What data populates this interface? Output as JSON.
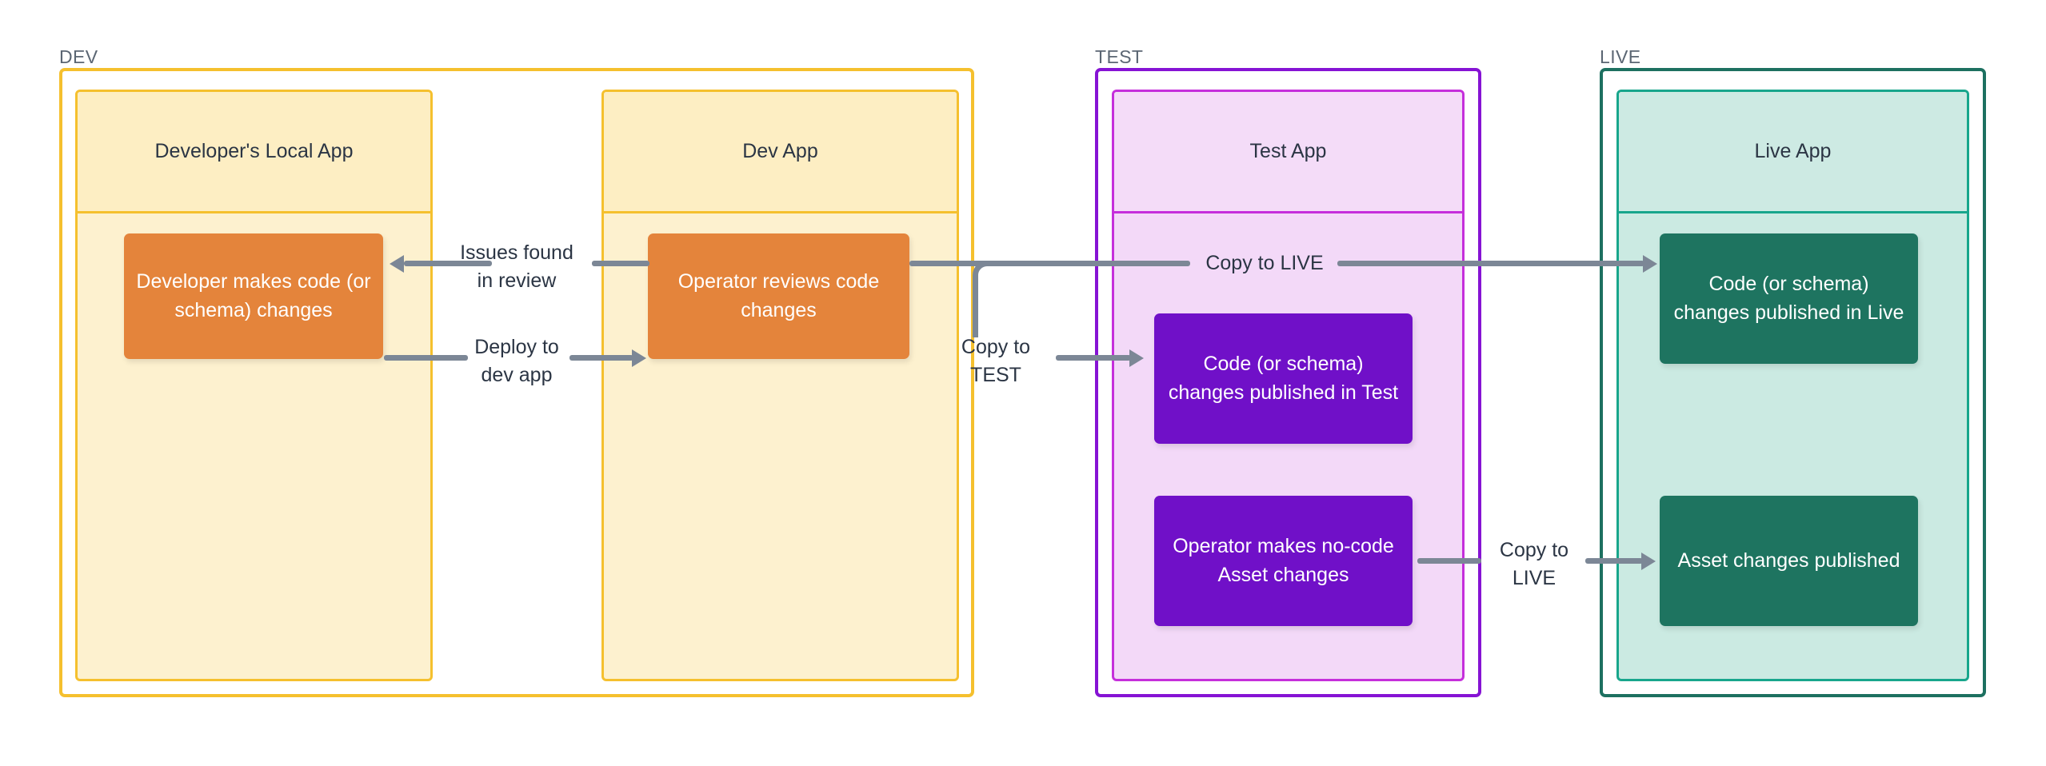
{
  "diagram": {
    "title": "DEV / TEST / LIVE promotion workflow",
    "colors": {
      "dev_border": "#f5c02e",
      "dev_fill": "#fdf1cf",
      "test_border_outer": "#8613d4",
      "test_border_inner": "#c52fdb",
      "test_fill": "#f3d9f8",
      "live_border_outer": "#1d7060",
      "live_border_inner": "#18a68c",
      "live_fill": "#cbeae2",
      "node_orange": "#e4843b",
      "node_purple": "#7010c8",
      "node_green": "#1e7460",
      "connector": "#7c8796",
      "label_text": "#2b3544",
      "env_label_text": "#5b6673",
      "page_background": "#ffffff"
    }
  },
  "environments": [
    {
      "id": "dev",
      "label": "DEV"
    },
    {
      "id": "test",
      "label": "TEST"
    },
    {
      "id": "live",
      "label": "LIVE"
    }
  ],
  "apps": [
    {
      "id": "local_app",
      "title": "Developer's Local App",
      "environment": "DEV"
    },
    {
      "id": "dev_app",
      "title": "Dev App",
      "environment": "DEV"
    },
    {
      "id": "test_app",
      "title": "Test App",
      "environment": "TEST"
    },
    {
      "id": "live_app",
      "title": "Live App",
      "environment": "LIVE"
    }
  ],
  "nodes": [
    {
      "id": "dev_makes_changes",
      "text": "Developer makes code (or schema) changes",
      "color": "orange",
      "app": "local_app"
    },
    {
      "id": "operator_reviews",
      "text": "Operator reviews code changes",
      "color": "orange",
      "app": "dev_app"
    },
    {
      "id": "code_published_test",
      "text": "Code (or schema) changes published in Test",
      "color": "purple",
      "app": "test_app"
    },
    {
      "id": "operator_assets",
      "text": "Operator makes no-code Asset changes",
      "color": "purple",
      "app": "test_app"
    },
    {
      "id": "code_published_live",
      "text": "Code (or schema) changes published in Live",
      "color": "green",
      "app": "live_app"
    },
    {
      "id": "assets_published",
      "text": "Asset changes published",
      "color": "green",
      "app": "live_app"
    }
  ],
  "edges": [
    {
      "id": "issues_found",
      "label": "Issues found\nin review",
      "from": "operator_reviews",
      "to": "dev_makes_changes",
      "direction": "left"
    },
    {
      "id": "deploy_dev",
      "label": "Deploy to\ndev app",
      "from": "dev_makes_changes",
      "to": "operator_reviews",
      "direction": "right"
    },
    {
      "id": "copy_to_test",
      "label": "Copy to\nTEST",
      "from": "operator_reviews",
      "to": "code_published_test",
      "direction": "right"
    },
    {
      "id": "copy_to_live_1",
      "label": "Copy to LIVE",
      "from": "operator_reviews",
      "to": "code_published_live",
      "direction": "right"
    },
    {
      "id": "copy_to_live_2",
      "label": "Copy to\nLIVE",
      "from": "operator_assets",
      "to": "assets_published",
      "direction": "right"
    }
  ]
}
